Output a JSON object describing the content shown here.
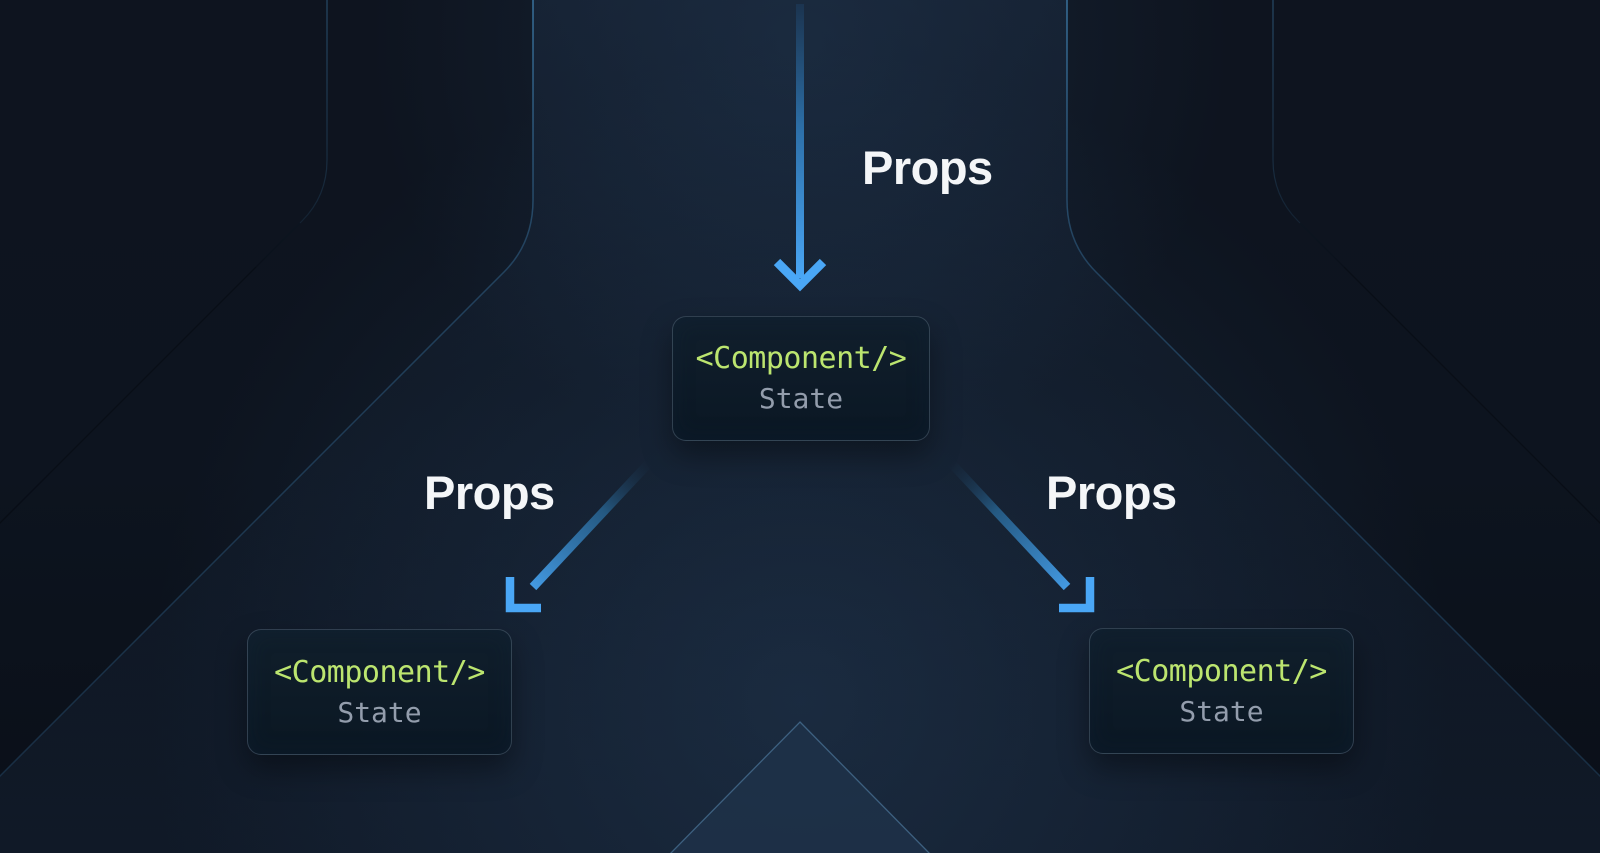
{
  "diagram": {
    "flow_labels": {
      "top": "Props",
      "left": "Props",
      "right": "Props"
    },
    "nodes": {
      "parent": {
        "tag": "<Component/>",
        "state": "State"
      },
      "child_left": {
        "tag": "<Component/>",
        "state": "State"
      },
      "child_right": {
        "tag": "<Component/>",
        "state": "State"
      }
    },
    "icons": {
      "top_arrow": "arrow-down-icon",
      "left_arrow": "arrow-down-left-icon",
      "right_arrow": "arrow-down-right-icon"
    },
    "colors": {
      "arrow_blue": "#4aa7f6",
      "code_green": "#bce56f",
      "state_gray": "#939dac",
      "label_white": "#f4f6f8",
      "node_fill": "#0d1b26",
      "node_border": "#3f4c5c",
      "funnel_line": "#36719d",
      "background": "#0c111a"
    }
  }
}
